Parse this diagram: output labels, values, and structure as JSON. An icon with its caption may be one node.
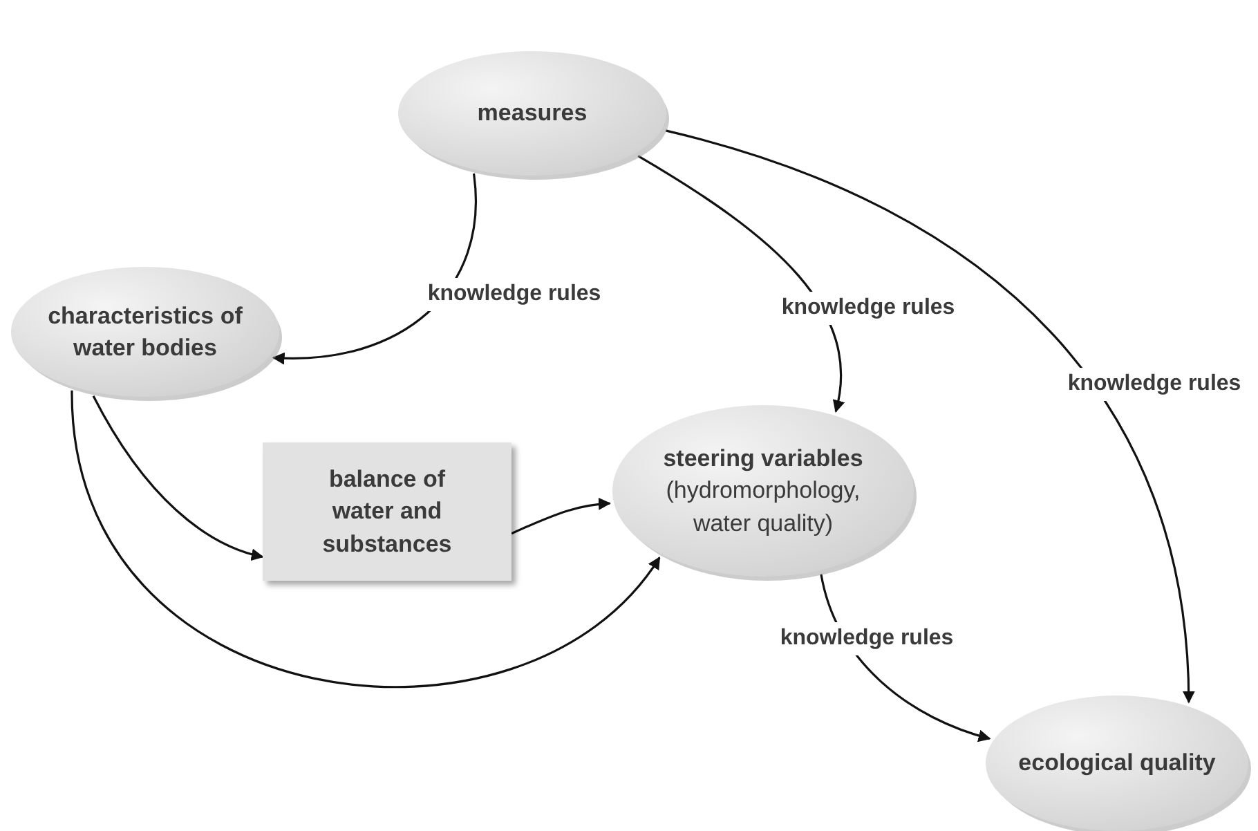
{
  "diagram": {
    "nodes": [
      {
        "text": [
          "measures"
        ]
      },
      {
        "text": [
          "characteristics of water bodies"
        ]
      },
      {
        "text": [
          "balance of water and substances"
        ]
      },
      {
        "text": [
          "steering variables",
          "(hydromorphology, water quality)"
        ]
      },
      {
        "text": [
          "ecological quality"
        ]
      }
    ],
    "edges": [
      {
        "from": 0,
        "to": 1,
        "arrow": "to",
        "label": "knowledge rules"
      },
      {
        "from": 0,
        "to": 3,
        "arrow": "to",
        "label": "knowledge rules"
      },
      {
        "from": 0,
        "to": 4,
        "arrow": "to",
        "label": "knowledge rules"
      },
      {
        "from": 1,
        "to": 2,
        "arrow": "to"
      },
      {
        "from": 1,
        "to": 3,
        "arrow": "to"
      },
      {
        "from": 2,
        "to": 3,
        "arrow": "to"
      },
      {
        "from": 3,
        "to": 4,
        "arrow": "to",
        "label": "knowledge rules"
      }
    ]
  }
}
